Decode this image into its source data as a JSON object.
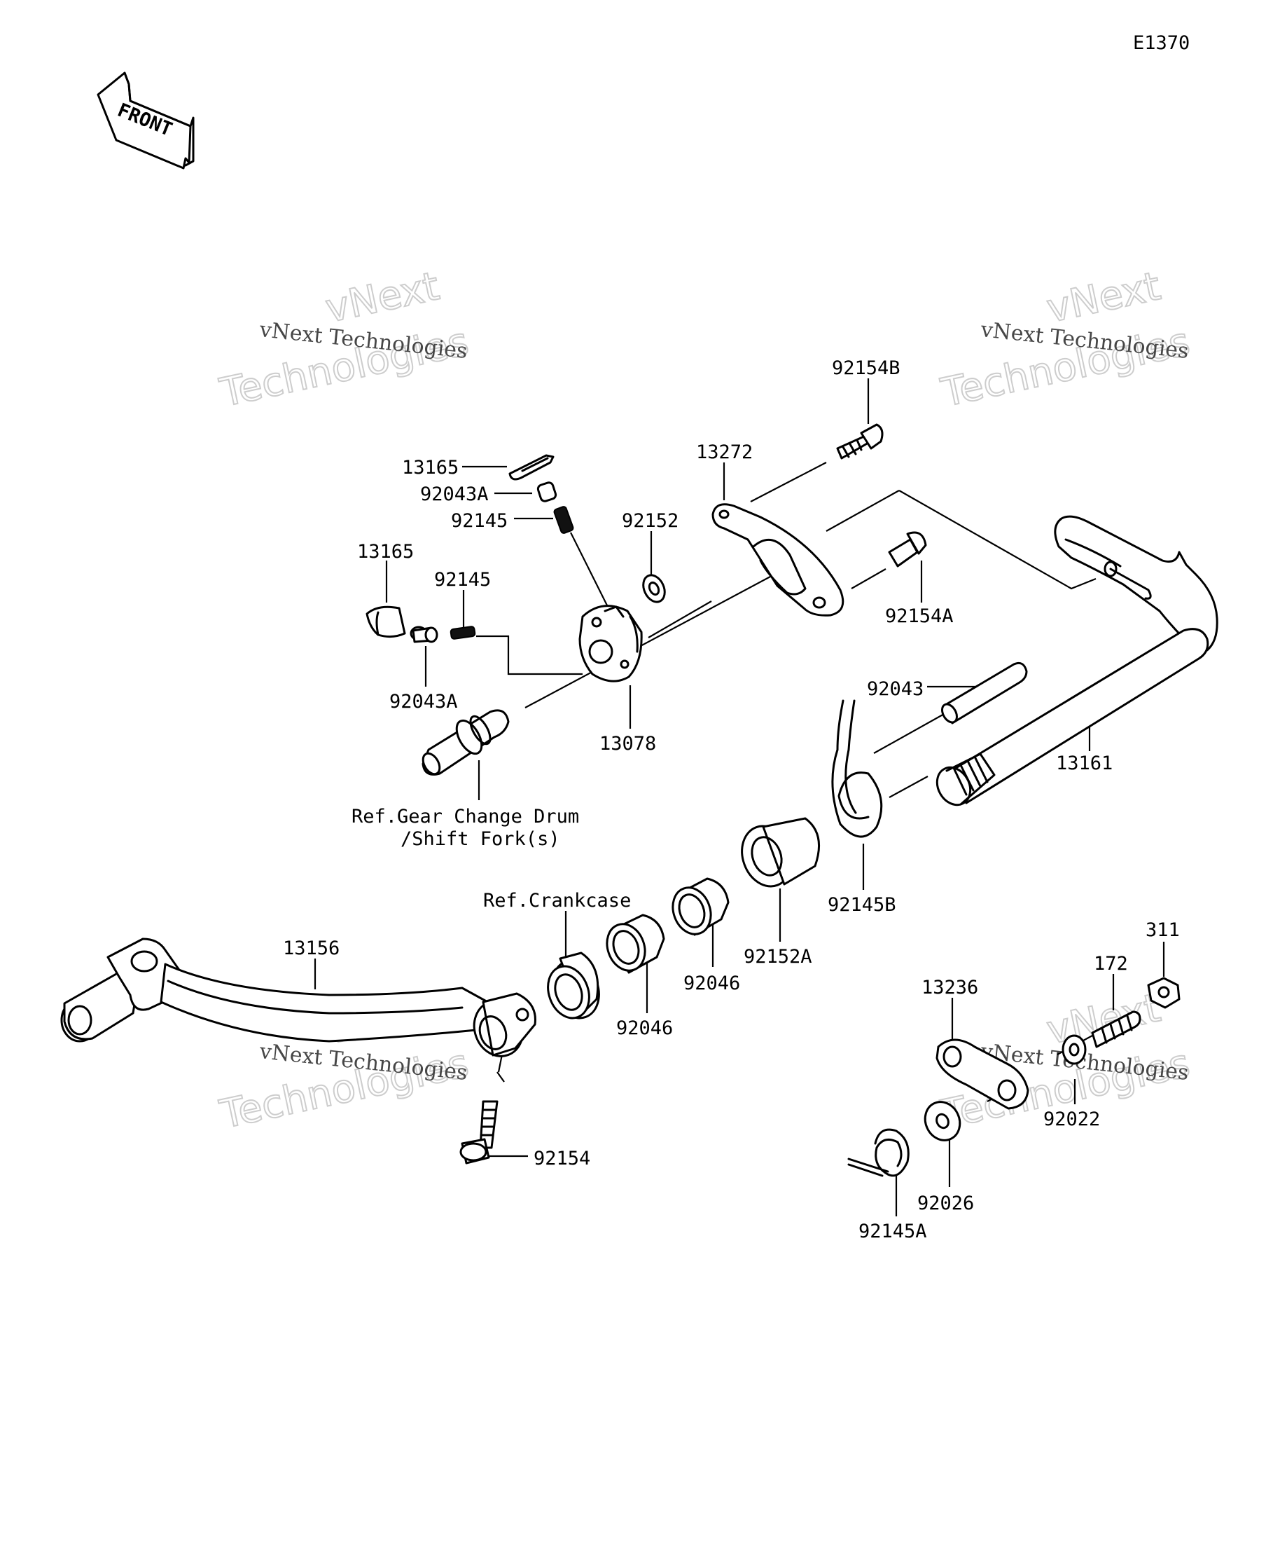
{
  "diagram_code": "E1370",
  "front_arrow": {
    "label": "FRONT",
    "icon": "front-direction-arrow-icon"
  },
  "watermark": {
    "line1": "vNext",
    "line2": "vNext Technologies",
    "line3": "Technologies"
  },
  "labels": {
    "p13165_top": "13165",
    "p92043A_top": "92043A",
    "p92145_top": "92145",
    "p92152": "92152",
    "p13272": "13272",
    "p92154B": "92154B",
    "p92154A": "92154A",
    "p13165_left": "13165",
    "p92145_left": "92145",
    "p92043A_left": "92043A",
    "p13078": "13078",
    "p92043": "92043",
    "p13161": "13161",
    "ref_drum_1": "Ref.Gear Change Drum",
    "ref_drum_2": "/Shift Fork(s)",
    "p92145B": "92145B",
    "ref_crankcase": "Ref.Crankcase",
    "p13156": "13156",
    "p92046_a": "92046",
    "p92046_b": "92046",
    "p92152A": "92152A",
    "p311": "311",
    "p172": "172",
    "p13236": "13236",
    "p92022": "92022",
    "p92026": "92026",
    "p92145A": "92145A",
    "p92154": "92154"
  }
}
